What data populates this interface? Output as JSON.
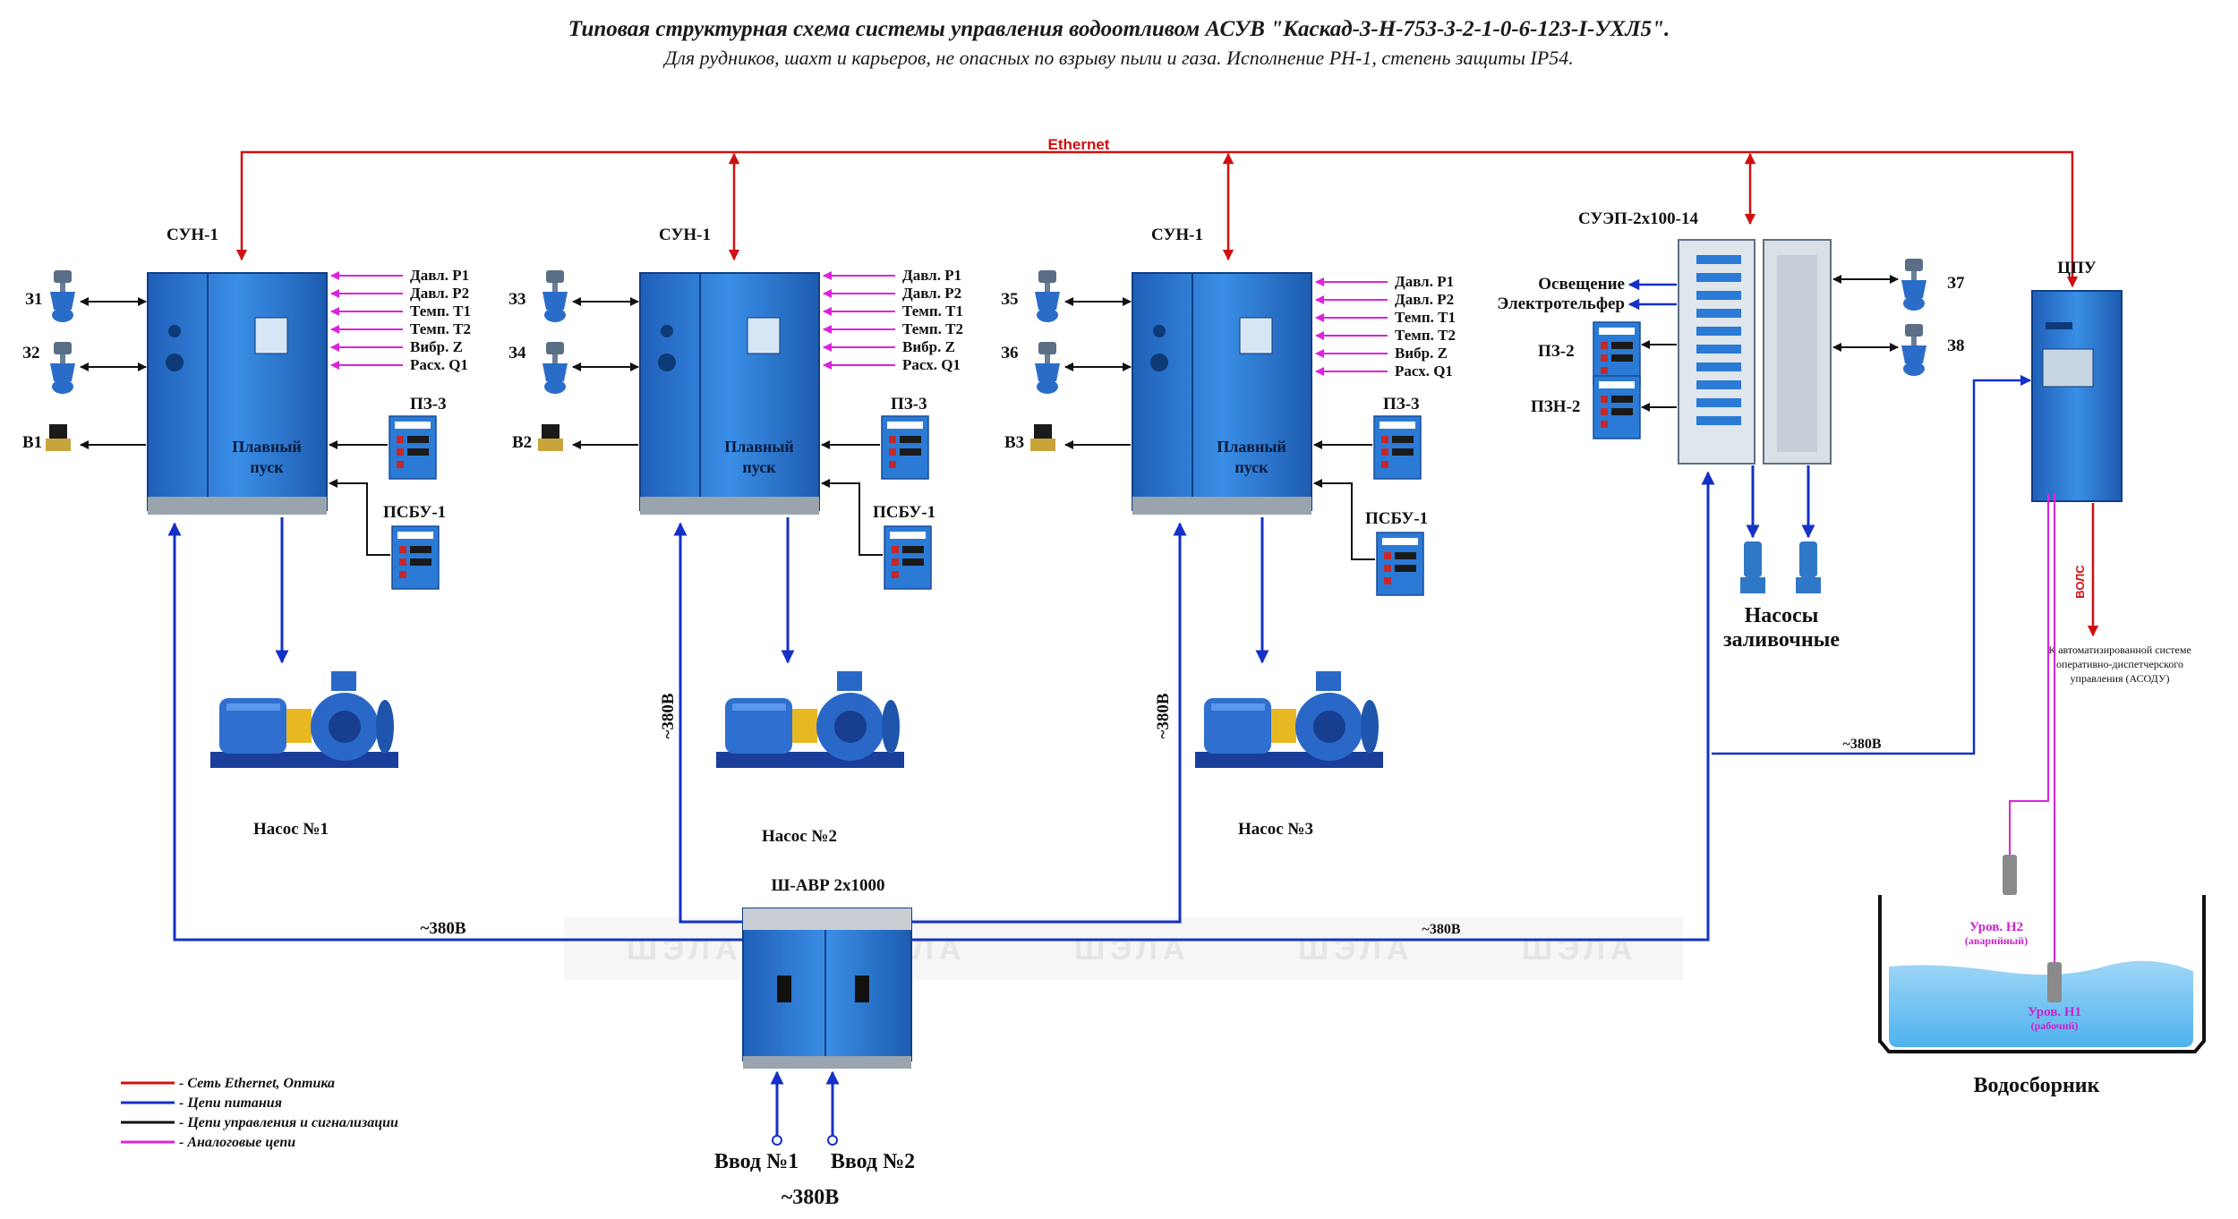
{
  "title": "Типовая структурная схема системы управления водоотливом АСУВ \"Каскад-3-Н-753-3-2-1-0-6-123-I-УХЛ5\".",
  "subtitle": "Для рудников, шахт и карьеров, не опасных по взрыву пыли и газа. Исполнение РН-1, степень защиты IP54.",
  "ethernet_label": "Ethernet",
  "colors": {
    "ethernet": "#d01010",
    "power": "#1530c8",
    "control": "#111111",
    "analog": "#dd22dd",
    "cabinet": "#2a7ad6"
  },
  "units": [
    {
      "name": "СУН-1",
      "valve_a": "З1",
      "valve_b": "З2",
      "solenoid": "В1",
      "cabinet_text_1": "Плавный",
      "cabinet_text_2": "пуск",
      "pz": "ПЗ-3",
      "psbu": "ПСБУ-1",
      "pump": "Насос №1",
      "signals": [
        "Давл. Р1",
        "Давл. Р2",
        "Темп. Т1",
        "Темп. Т2",
        "Вибр. Z",
        "Расх. Q1"
      ]
    },
    {
      "name": "СУН-1",
      "valve_a": "З3",
      "valve_b": "З4",
      "solenoid": "В2",
      "cabinet_text_1": "Плавный",
      "cabinet_text_2": "пуск",
      "pz": "ПЗ-3",
      "psbu": "ПСБУ-1",
      "pump": "Насос №2",
      "power_label": "~380В",
      "signals": [
        "Давл. Р1",
        "Давл. Р2",
        "Темп. Т1",
        "Темп. Т2",
        "Вибр. Z",
        "Расх. Q1"
      ]
    },
    {
      "name": "СУН-1",
      "valve_a": "З5",
      "valve_b": "З6",
      "solenoid": "В3",
      "cabinet_text_1": "Плавный",
      "cabinet_text_2": "пуск",
      "pz": "ПЗ-3",
      "psbu": "ПСБУ-1",
      "pump": "Насос №3",
      "power_label": "~380В",
      "signals": [
        "Давл. Р1",
        "Давл. Р2",
        "Темп. Т1",
        "Темп. Т2",
        "Вибр. Z",
        "Расх. Q1"
      ]
    }
  ],
  "suep": {
    "name": "СУЭП-2х100-14",
    "out_1": "Освещение",
    "out_2": "Электротельфер",
    "pz2": "ПЗ-2",
    "pzn2": "ПЗН-2",
    "valve_a": "З7",
    "valve_b": "З8",
    "priming_1": "Насосы",
    "priming_2": "заливочные"
  },
  "cpu": {
    "name": "ЦПУ",
    "vols": "ВОЛС",
    "asodu_1": "К автоматизированной системе",
    "asodu_2": "оперативно-диспетчерского",
    "asodu_3": "управления (АСОДУ)"
  },
  "avr": {
    "name": "Ш-АВР 2х1000",
    "input_1": "Ввод №1",
    "input_2": "Ввод №2",
    "input_voltage": "~380В"
  },
  "power_labels": {
    "main_left": "~380В",
    "main_right": "~380В",
    "cpu_feed": "~380В"
  },
  "tank": {
    "name": "Водосборник",
    "level_h2_1": "Уров. Н2",
    "level_h2_2": "(аварийный)",
    "level_h1_1": "Уров. Н1",
    "level_h1_2": "(рабочий)"
  },
  "legend": [
    {
      "text": "- Сеть Ethernet, Оптика",
      "color": "#d01010"
    },
    {
      "text": "- Цепи питания",
      "color": "#1530c8"
    },
    {
      "text": "- Цепи управления и сигнализации",
      "color": "#111111"
    },
    {
      "text": "- Аналоговые цепи",
      "color": "#dd22dd"
    }
  ],
  "watermark": "ШЭЛА"
}
